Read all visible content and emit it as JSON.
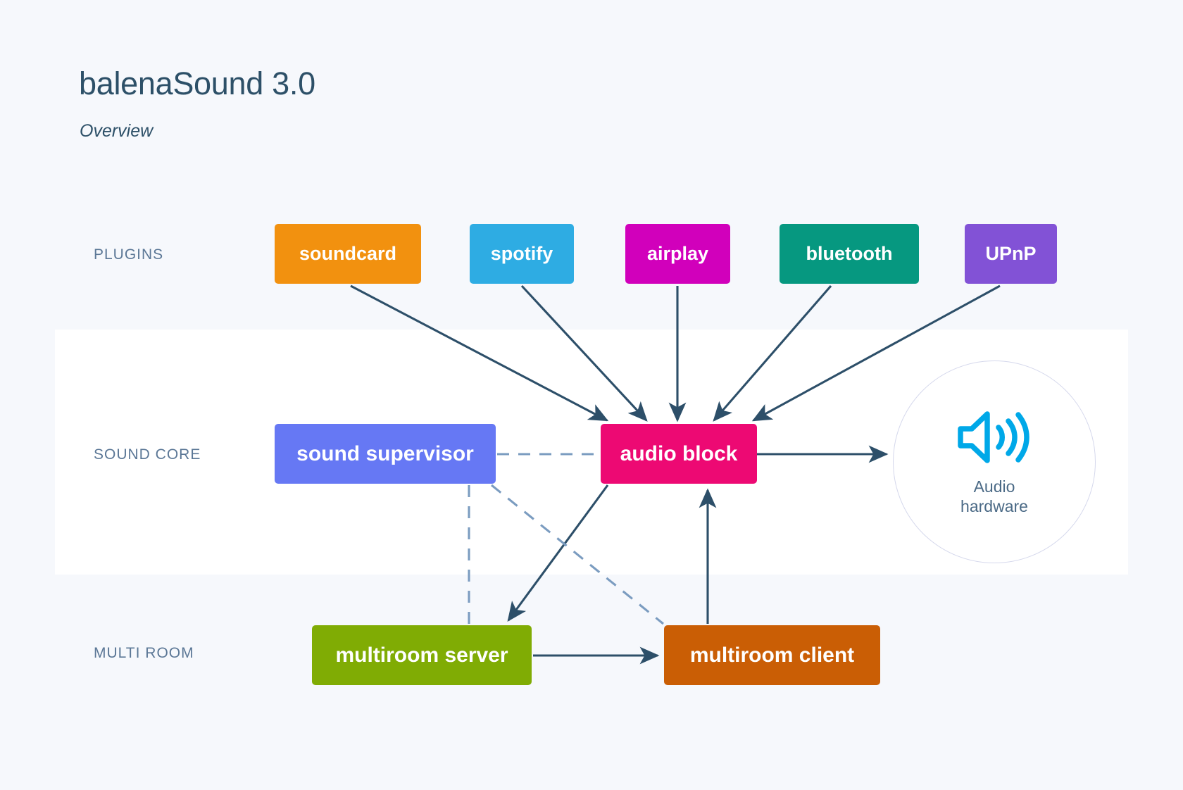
{
  "header": {
    "title": "balenaSound 3.0",
    "subtitle": "Overview"
  },
  "rows": {
    "plugins_label": "PLUGINS",
    "sound_core_label": "SOUND CORE",
    "multi_room_label": "MULTI ROOM"
  },
  "nodes": {
    "soundcard": {
      "label": "soundcard",
      "color": "#f2910f"
    },
    "spotify": {
      "label": "spotify",
      "color": "#2eace3"
    },
    "airplay": {
      "label": "airplay",
      "color": "#d100bb"
    },
    "bluetooth": {
      "label": "bluetooth",
      "color": "#069880"
    },
    "upnp": {
      "label": "UPnP",
      "color": "#8252d6"
    },
    "sound_supervisor": {
      "label": "sound supervisor",
      "color": "#6678f4"
    },
    "audio_block": {
      "label": "audio block",
      "color": "#ed0973"
    },
    "multiroom_server": {
      "label": "multiroom server",
      "color": "#80ac04"
    },
    "multiroom_client": {
      "label": "multiroom client",
      "color": "#ca5e05"
    }
  },
  "audio_hardware": {
    "label_line1": "Audio",
    "label_line2": "hardware",
    "icon": "speaker-waves-icon",
    "icon_color": "#00a8e8",
    "border_color": "#d5d8ec"
  },
  "theme": {
    "page_background": "#f6f8fc",
    "band_background": "#ffffff",
    "heading_color": "#2d5068",
    "row_label_color": "#5b7796",
    "solid_connector_color": "#2d4f69",
    "dashed_connector_color": "#7b9cc0"
  },
  "connections": [
    {
      "from": "soundcard",
      "to": "audio_block",
      "style": "solid",
      "directed": true
    },
    {
      "from": "spotify",
      "to": "audio_block",
      "style": "solid",
      "directed": true
    },
    {
      "from": "airplay",
      "to": "audio_block",
      "style": "solid",
      "directed": true
    },
    {
      "from": "bluetooth",
      "to": "audio_block",
      "style": "solid",
      "directed": true
    },
    {
      "from": "upnp",
      "to": "audio_block",
      "style": "solid",
      "directed": true
    },
    {
      "from": "audio_block",
      "to": "audio_hardware",
      "style": "solid",
      "directed": true
    },
    {
      "from": "audio_block",
      "to": "multiroom_server",
      "style": "solid",
      "directed": true
    },
    {
      "from": "multiroom_server",
      "to": "multiroom_client",
      "style": "solid",
      "directed": true
    },
    {
      "from": "multiroom_client",
      "to": "audio_block",
      "style": "solid",
      "directed": true
    },
    {
      "from": "sound_supervisor",
      "to": "audio_block",
      "style": "dashed",
      "directed": false
    },
    {
      "from": "sound_supervisor",
      "to": "multiroom_server",
      "style": "dashed",
      "directed": false
    },
    {
      "from": "sound_supervisor",
      "to": "multiroom_client",
      "style": "dashed",
      "directed": false
    }
  ]
}
